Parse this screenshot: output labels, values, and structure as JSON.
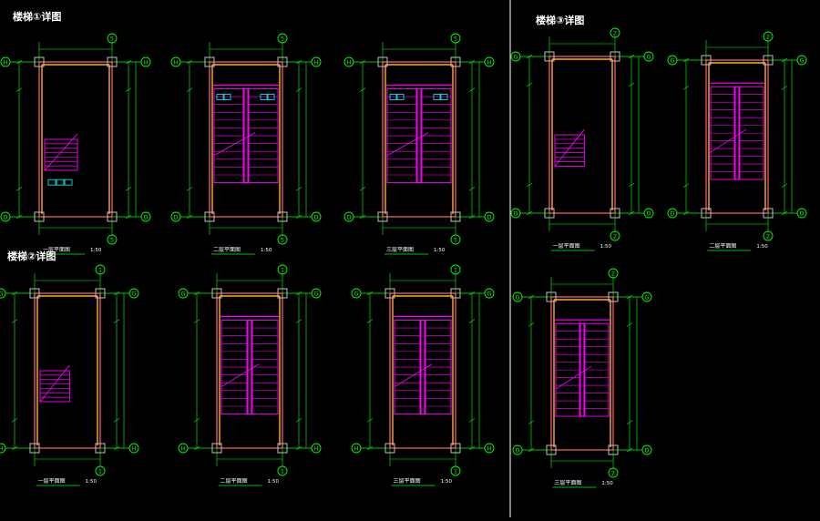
{
  "sections": [
    {
      "id": "stair-1",
      "title": "楼梯①详图"
    },
    {
      "id": "stair-2",
      "title": "楼梯②详图"
    },
    {
      "id": "stair-3",
      "title": "楼梯③详图"
    }
  ],
  "plans": [
    {
      "id": "s1-p1",
      "section": "stair-1",
      "caption": "一层平面图",
      "scale": "1:50",
      "top_axis": "5",
      "bottom_axis": "5",
      "left_axis": "H",
      "right_axis": "H",
      "bottom_left_axis": "D",
      "bottom_right_axis": "D",
      "kind": "ground"
    },
    {
      "id": "s1-p2",
      "section": "stair-1",
      "caption": "二层平面图",
      "scale": "1:50",
      "top_axis": "5",
      "bottom_axis": "5",
      "left_axis": "H",
      "right_axis": "H",
      "bottom_left_axis": "D",
      "bottom_right_axis": "D",
      "kind": "typical"
    },
    {
      "id": "s1-p3",
      "section": "stair-1",
      "caption": "三层平面图",
      "scale": "1:50",
      "top_axis": "5",
      "bottom_axis": "5",
      "left_axis": "H",
      "right_axis": "H",
      "bottom_left_axis": "D",
      "bottom_right_axis": "D",
      "kind": "typical"
    },
    {
      "id": "s2-p1",
      "section": "stair-2",
      "caption": "一层平面图",
      "scale": "1:50",
      "top_axis": "1",
      "bottom_axis": "1",
      "left_axis": "G",
      "right_axis": "G",
      "bottom_left_axis": "H",
      "bottom_right_axis": "H",
      "kind": "ground"
    },
    {
      "id": "s2-p2",
      "section": "stair-2",
      "caption": "二层平面图",
      "scale": "1:50",
      "top_axis": "1",
      "bottom_axis": "1",
      "left_axis": "G",
      "right_axis": "G",
      "bottom_left_axis": "H",
      "bottom_right_axis": "H",
      "kind": "typical"
    },
    {
      "id": "s2-p3",
      "section": "stair-2",
      "caption": "三层平面图",
      "scale": "1:50",
      "top_axis": "1",
      "bottom_axis": "1",
      "left_axis": "G",
      "right_axis": "G",
      "bottom_left_axis": "H",
      "bottom_right_axis": "H",
      "kind": "typical"
    },
    {
      "id": "s3-p1",
      "section": "stair-3",
      "caption": "一层平面图",
      "scale": "1:50",
      "top_axis": "2",
      "bottom_axis": "2",
      "left_axis": "G",
      "right_axis": "G",
      "bottom_left_axis": "D",
      "bottom_right_axis": "D",
      "kind": "ground"
    },
    {
      "id": "s3-p2",
      "section": "stair-3",
      "caption": "二层平面图",
      "scale": "1:50",
      "top_axis": "2",
      "bottom_axis": "2",
      "left_axis": "G",
      "right_axis": "G",
      "bottom_left_axis": "D",
      "bottom_right_axis": "D",
      "kind": "typical"
    },
    {
      "id": "s3-p3",
      "section": "stair-3",
      "caption": "三层平面图",
      "scale": "1:50",
      "top_axis": "2",
      "bottom_axis": "2",
      "left_axis": "G",
      "right_axis": "G",
      "bottom_left_axis": "D",
      "bottom_right_axis": "D",
      "kind": "typical"
    }
  ],
  "colors": {
    "background": "#000000",
    "axis_line": "#00ff00",
    "dimension": "#00ff00",
    "wall": "#ff6666",
    "wall_side": "#ffaa33",
    "stair": "#ff00ff",
    "column": "#c0c0c0",
    "equipment": "#00ffff",
    "text": "#ffffff",
    "divider": "#ffffff"
  }
}
